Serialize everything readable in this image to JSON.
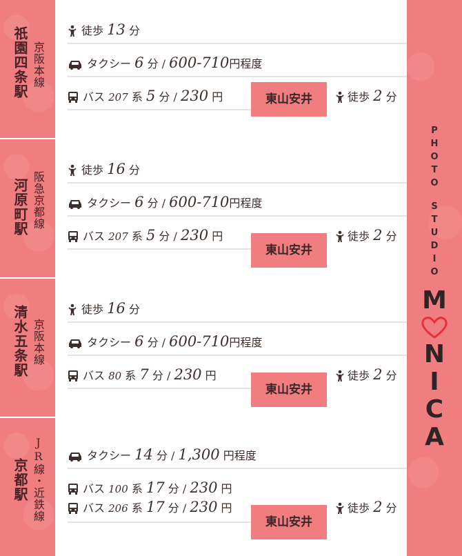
{
  "brand": {
    "photo_letters": [
      "P",
      "H",
      "O",
      "T",
      "O"
    ],
    "studio_letters": [
      "S",
      "T",
      "U",
      "D",
      "I",
      "O"
    ],
    "monica_first": "M",
    "monica_rest": [
      "N",
      "I",
      "C",
      "A"
    ],
    "accent_color": "#f07e80",
    "heart_color": "#e8303a"
  },
  "destination": "東山安井",
  "sections": [
    {
      "station": "祇園四条駅",
      "line": "京阪本線",
      "walk": {
        "prefix": "徒歩",
        "minutes": "13",
        "suffix": "分"
      },
      "taxi": {
        "prefix": "タクシー",
        "minutes": "6",
        "unit": "分 / ",
        "fare": "600-710",
        "fare_unit": "円程度"
      },
      "bus": [
        {
          "prefix": "バス",
          "route": "207",
          "route_unit": "系",
          "minutes": "5",
          "unit": "分 / ",
          "fare": "230",
          "fare_unit": "円"
        }
      ],
      "walk_after": {
        "prefix": "徒歩",
        "minutes": "2",
        "suffix": "分"
      }
    },
    {
      "station": "河原町駅",
      "line": "阪急京都線",
      "walk": {
        "prefix": "徒歩",
        "minutes": "16",
        "suffix": "分"
      },
      "taxi": {
        "prefix": "タクシー",
        "minutes": "6",
        "unit": "分 / ",
        "fare": "600-710",
        "fare_unit": "円程度"
      },
      "bus": [
        {
          "prefix": "バス",
          "route": "207",
          "route_unit": "系",
          "minutes": "5",
          "unit": "分 / ",
          "fare": "230",
          "fare_unit": "円"
        }
      ],
      "walk_after": {
        "prefix": "徒歩",
        "minutes": "2",
        "suffix": "分"
      }
    },
    {
      "station": "清水五条駅",
      "line": "京阪本線",
      "walk": {
        "prefix": "徒歩",
        "minutes": "16",
        "suffix": "分"
      },
      "taxi": {
        "prefix": "タクシー",
        "minutes": "6",
        "unit": "分 / ",
        "fare": "600-710",
        "fare_unit": "円程度"
      },
      "bus": [
        {
          "prefix": "バス",
          "route": "80",
          "route_unit": "系",
          "minutes": "7",
          "unit": "分 / ",
          "fare": "230",
          "fare_unit": "円"
        }
      ],
      "walk_after": {
        "prefix": "徒歩",
        "minutes": "2",
        "suffix": "分"
      }
    },
    {
      "station": "京都駅",
      "line": "JR線・近鉄線",
      "taxi": {
        "prefix": "タクシー",
        "minutes": "14",
        "unit": "分 / ",
        "fare": "1,300",
        "fare_unit": "円程度"
      },
      "bus": [
        {
          "prefix": "バス",
          "route": "100",
          "route_unit": "系",
          "minutes": "17",
          "unit": "分 / ",
          "fare": "230",
          "fare_unit": "円"
        },
        {
          "prefix": "バス",
          "route": "206",
          "route_unit": "系",
          "minutes": "17",
          "unit": "分 / ",
          "fare": "230",
          "fare_unit": "円"
        }
      ],
      "walk_after": {
        "prefix": "徒歩",
        "minutes": "2",
        "suffix": "分"
      }
    }
  ]
}
